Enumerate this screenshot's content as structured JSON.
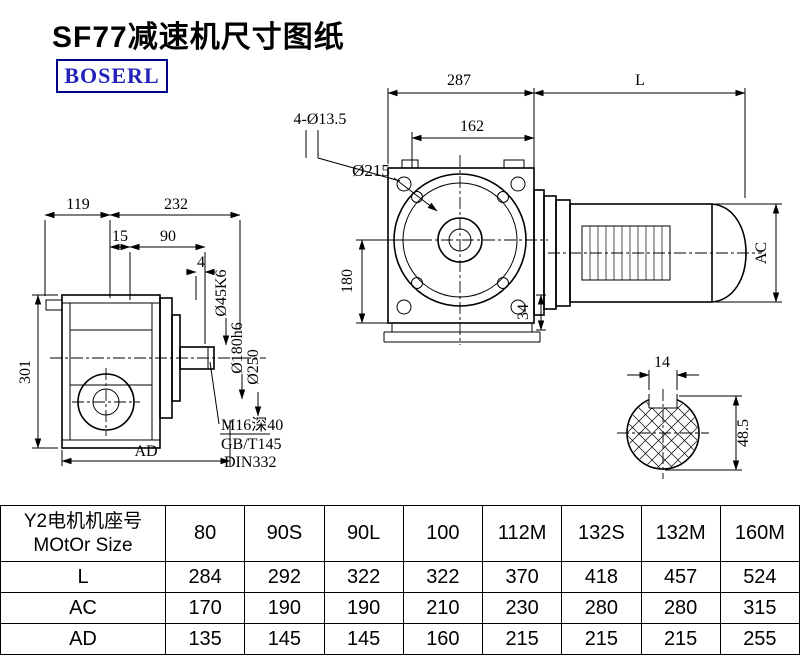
{
  "header": {
    "title": "SF77减速机尺寸图纸",
    "logo_text": "BOSERL"
  },
  "drawing": {
    "top_width": "287",
    "motor_length": "L",
    "flange_offset": "162",
    "bolt_holes": "4-Ø13.5",
    "flange_circle": "Ø215",
    "center_height": "180",
    "foot_height": "34",
    "motor_diameter": "AC",
    "side_left": "119",
    "side_right": "232",
    "shaft_step": "15",
    "shaft_len": "90",
    "flange_thick": "4",
    "body_height": "301",
    "body_width": "AD",
    "shaft_dia": "Ø45K6",
    "spigot_dia": "Ø180h6",
    "flange_od": "Ø250",
    "tap_hole": "M16深40",
    "standard1": "GB/T145",
    "standard2": "DIN332",
    "key_width": "14",
    "key_height": "48.5"
  },
  "table": {
    "header": {
      "line1": "Y2电机机座号",
      "line2": "MOtOr Size"
    },
    "sizes": [
      "80",
      "90S",
      "90L",
      "100",
      "112M",
      "132S",
      "132M",
      "160M"
    ],
    "rows": [
      {
        "label": "L",
        "values": [
          "284",
          "292",
          "322",
          "322",
          "370",
          "418",
          "457",
          "524"
        ]
      },
      {
        "label": "AC",
        "values": [
          "170",
          "190",
          "190",
          "210",
          "230",
          "280",
          "280",
          "315"
        ]
      },
      {
        "label": "AD",
        "values": [
          "135",
          "145",
          "145",
          "160",
          "215",
          "215",
          "215",
          "255"
        ]
      }
    ]
  }
}
